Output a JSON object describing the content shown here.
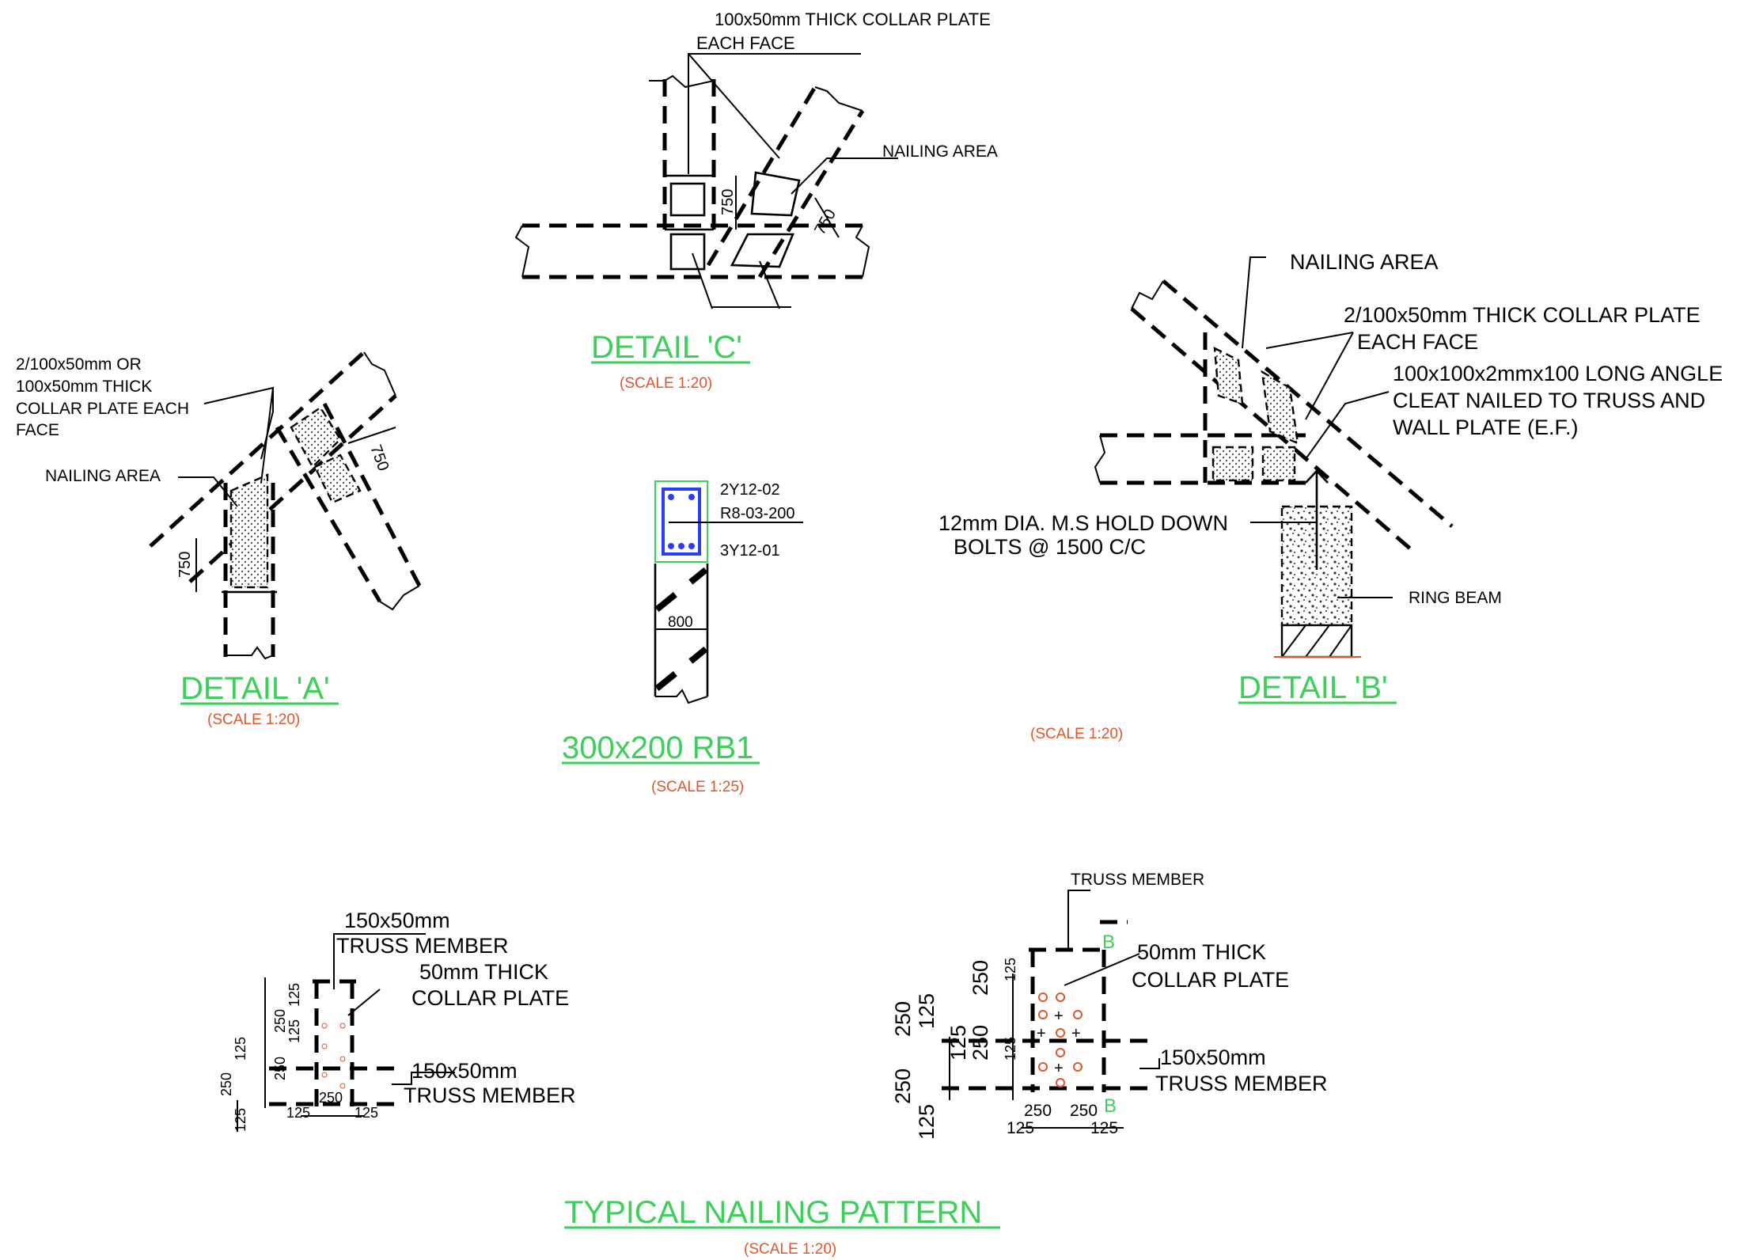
{
  "detail_c": {
    "title": "DETAIL 'C'",
    "scale": "(SCALE 1:20)",
    "collar_label_line1": "100x50mm THICK COLLAR PLATE",
    "collar_label_line2": "EACH FACE",
    "nailing_label": "NAILING AREA",
    "dim_750_a": "750",
    "dim_750_b": "750"
  },
  "detail_a": {
    "title": "DETAIL 'A'",
    "scale": "(SCALE 1:20)",
    "collar_label": [
      "2/100x50mm OR",
      "100x50mm THICK",
      "COLLAR PLATE EACH",
      "FACE"
    ],
    "nailing_label": "NAILING AREA",
    "dim_750_a": "750",
    "dim_750_b": "750"
  },
  "rb1": {
    "title": "300x200 RB1",
    "scale": "(SCALE 1:25)",
    "top_bars": "2Y12-02",
    "links": "R8-03-200",
    "bottom_bars": "3Y12-01",
    "dim_800": "800"
  },
  "detail_b": {
    "title": "DETAIL 'B'",
    "scale": "(SCALE 1:20)",
    "nailing_label": "NAILING AREA",
    "collar_label_line1": "2/100x50mm THICK COLLAR PLATE",
    "collar_label_line2": "EACH FACE",
    "angle_label_line1": "100x100x2mmx100 LONG ANGLE",
    "angle_label_line2": "CLEAT NAILED TO TRUSS AND",
    "angle_label_line3": "WALL PLATE (E.F.)",
    "bolt_label_line1": "12mm DIA. M.S HOLD DOWN",
    "bolt_label_line2": "BOLTS @ 1500 C/C",
    "ring_beam_label": "RING BEAM"
  },
  "nailing_left": {
    "member_top_line1": "150x50mm",
    "member_top_line2": "TRUSS MEMBER",
    "collar_line1": "50mm THICK",
    "collar_line2": "COLLAR PLATE",
    "member_right_line1": "150x50mm",
    "member_right_line2": "TRUSS MEMBER",
    "dims": [
      "125",
      "250",
      "125",
      "250",
      "125",
      "250",
      "125",
      "125",
      "250",
      "125"
    ]
  },
  "nailing_right": {
    "member_top": "TRUSS MEMBER",
    "section_mark": "B",
    "collar_line1": "50mm THICK",
    "collar_line2": "COLLAR PLATE",
    "member_right_line1": "150x50mm",
    "member_right_line2": "TRUSS MEMBER",
    "dims_left": [
      "250",
      "125",
      "250",
      "250",
      "125",
      "250",
      "125"
    ],
    "dims_small": [
      "125",
      "125"
    ],
    "dims_bottom": [
      "250",
      "250",
      "125",
      "125"
    ]
  },
  "nailing_pattern": {
    "title": "TYPICAL NAILING PATTERN",
    "scale": "(SCALE 1:20)"
  }
}
